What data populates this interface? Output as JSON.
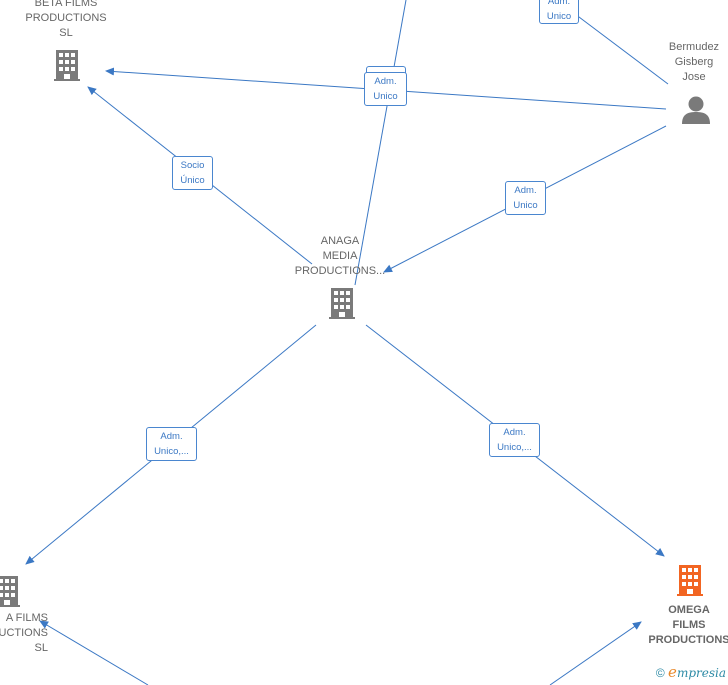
{
  "nodes": {
    "beta": {
      "label": "BETA FILMS\nPRODUCTIONS\nSL"
    },
    "bermudez": {
      "label": "Bermudez\nGisberg\nJose"
    },
    "anaga": {
      "label": "ANAGA\nMEDIA\nPRODUCTIONS..."
    },
    "left_bottom": {
      "label": "A FILMS\nUCTIONS\nSL"
    },
    "omega": {
      "label": "OMEGA\nFILMS\nPRODUCTIONS"
    }
  },
  "edges": {
    "top_right": "Adm.\nUnico",
    "center_top": "Adm.\nUnico",
    "socio": "Socio\nÚnico",
    "right_mid": "Adm.\nUnico",
    "left_low": "Adm.\nUnico,...",
    "right_low": "Adm.\nUnico,..."
  },
  "colors": {
    "edge": "#3b78c4",
    "building": "#7a7a7a",
    "building_focus": "#f26522",
    "person": "#7a7a7a"
  },
  "brand": {
    "copyright": "©",
    "name_first": "e",
    "name_rest": "mpresia"
  }
}
